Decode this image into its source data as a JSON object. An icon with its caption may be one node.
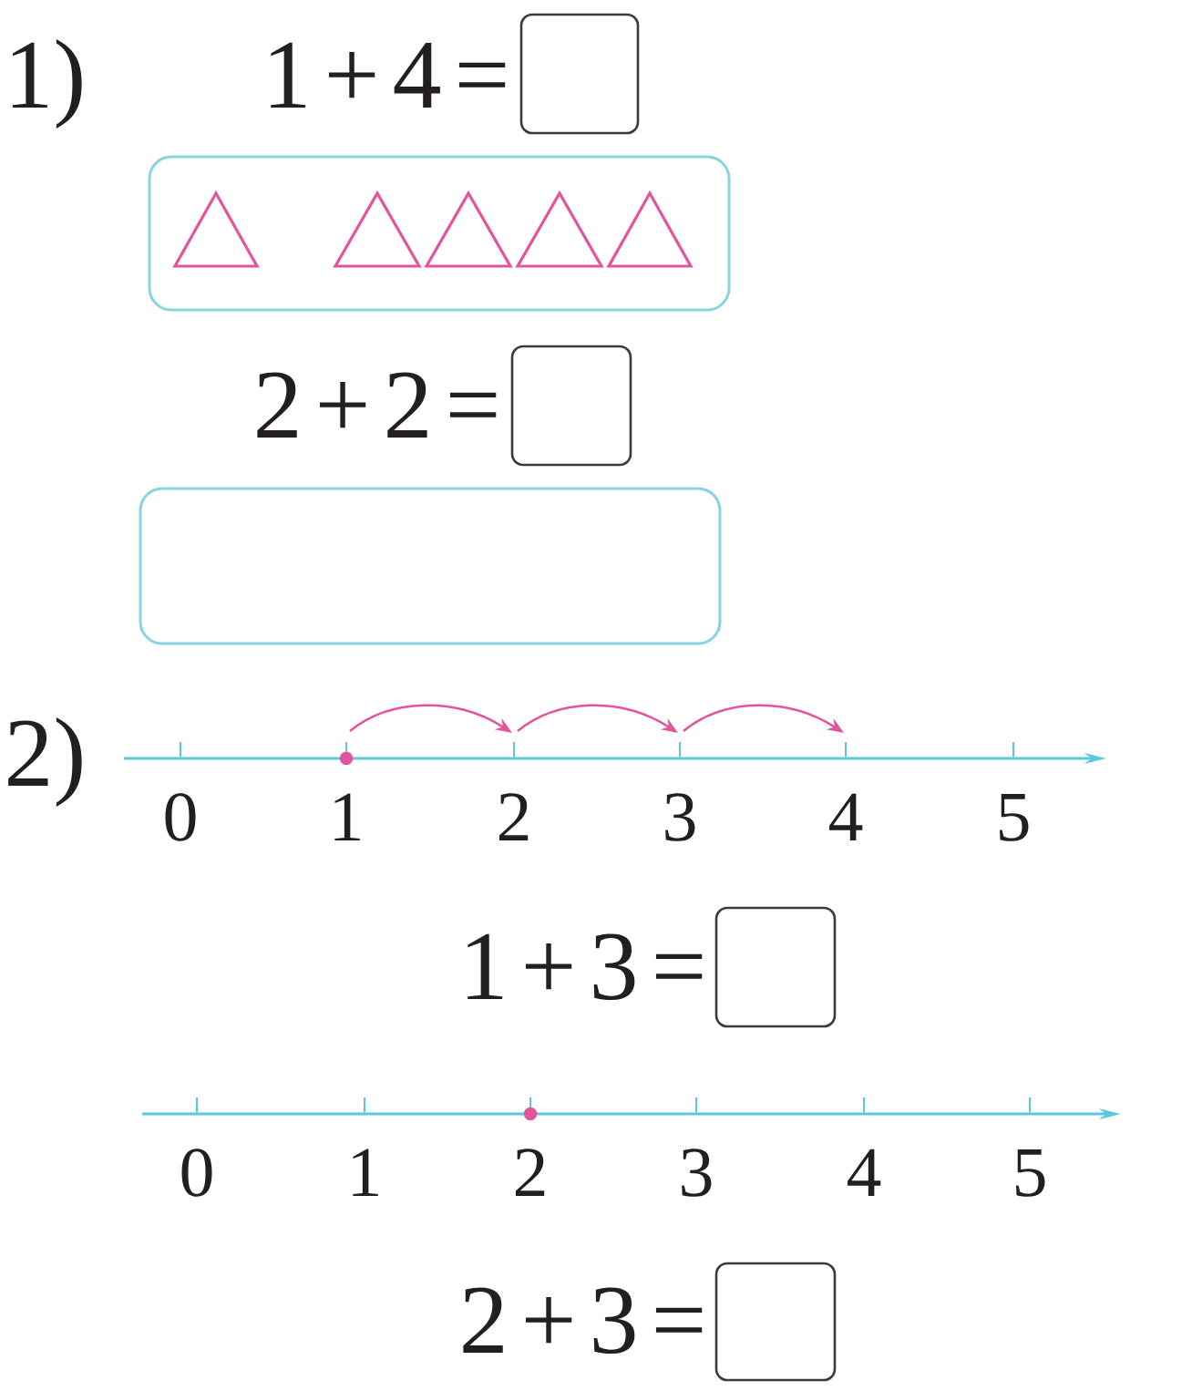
{
  "diagram": {
    "labels": [
      "1)",
      "1+4=",
      "2+2=",
      "2)",
      "0",
      "1",
      "2",
      "3",
      "4",
      "5",
      "1+3=",
      "0",
      "1",
      "2",
      "3",
      "4",
      "5",
      "2+3="
    ]
  }
}
